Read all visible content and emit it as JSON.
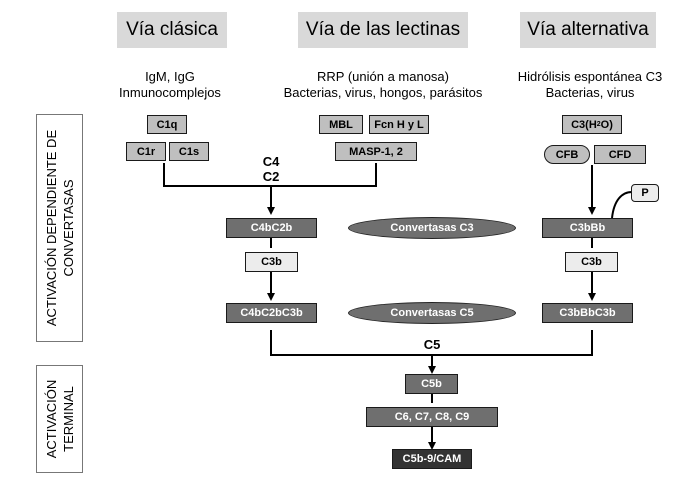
{
  "pathways": [
    {
      "title": "Vía clásica",
      "triggers": [
        "IgM, IgG",
        "Inmunocomplejos"
      ]
    },
    {
      "title": "Vía de las lectinas",
      "triggers": [
        "RRP (unión a manosa)",
        "Bacterias, virus, hongos, parásitos"
      ]
    },
    {
      "title": "Vía alternativa",
      "triggers": [
        "Hidrólisis espontánea C3",
        "Bacterias, virus"
      ]
    }
  ],
  "side_labels": {
    "convertase_phase": [
      "ACTIVACIÓN DEPENDIENTE DE",
      "CONVERTASAS"
    ],
    "terminal_phase": [
      "ACTIVACIÓN",
      "TERMINAL"
    ]
  },
  "classical": {
    "c1q": "C1q",
    "c1r": "C1r",
    "c1s": "C1s",
    "c3_convertase": "C4bC2b",
    "c3b": "C3b",
    "c5_convertase": "C4bC2bC3b"
  },
  "lectin": {
    "mbl": "MBL",
    "ficolins": "Fcn H y L",
    "masp": "MASP-1, 2"
  },
  "alternative": {
    "c3h2o_prefix": "C3(H",
    "c3h2o_sub": "2",
    "c3h2o_suffix": "O)",
    "cfb": "CFB",
    "cfd": "CFD",
    "properdin": "P",
    "c3_convertase": "C3bBb",
    "c3b": "C3b",
    "c5_convertase": "C3bBbC3b"
  },
  "substrates": {
    "c4": "C4",
    "c2": "C2",
    "c5": "C5"
  },
  "convertase_labels": {
    "c3": "Convertasas C3",
    "c5": "Convertasas C5"
  },
  "terminal": {
    "c5b": "C5b",
    "late": "C6, C7, C8, C9",
    "mac": "C5b-9/CAM"
  }
}
